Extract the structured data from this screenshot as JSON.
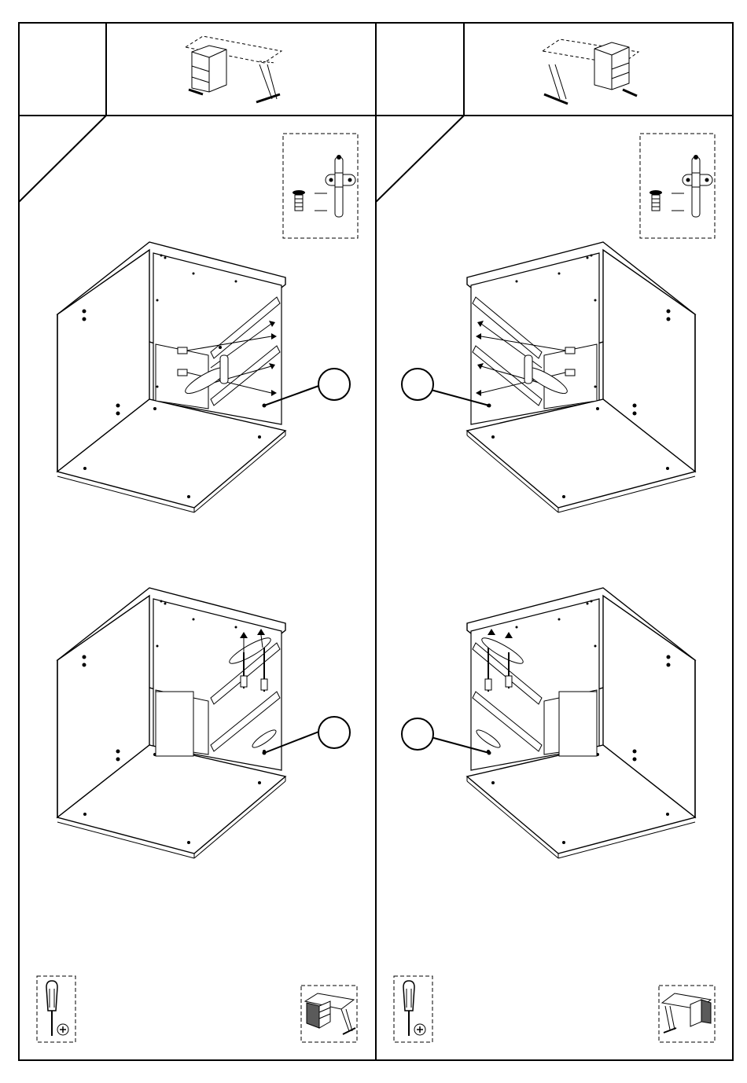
{
  "document": {
    "panels": [
      {
        "id": "left",
        "side": "left",
        "step_number": "",
        "header_icon": "desk-with-drawer-unit-left-icon",
        "hardware_icons": [
          "cam-screw-icon",
          "rod-with-plate-icon"
        ],
        "callout_labels": [
          "",
          ""
        ],
        "tool_icon": "phillips-screwdriver-icon",
        "result_icon": "assembled-desk-left-icon"
      },
      {
        "id": "right",
        "side": "right",
        "step_number": "",
        "header_icon": "desk-with-drawer-unit-right-icon",
        "hardware_icons": [
          "cam-screw-icon",
          "rod-with-plate-icon"
        ],
        "callout_labels": [
          "",
          ""
        ],
        "tool_icon": "phillips-screwdriver-icon",
        "result_icon": "assembled-desk-right-icon"
      }
    ],
    "colors": {
      "ink": "#000000",
      "paper": "#ffffff",
      "shade": "#5a5a5a"
    }
  }
}
